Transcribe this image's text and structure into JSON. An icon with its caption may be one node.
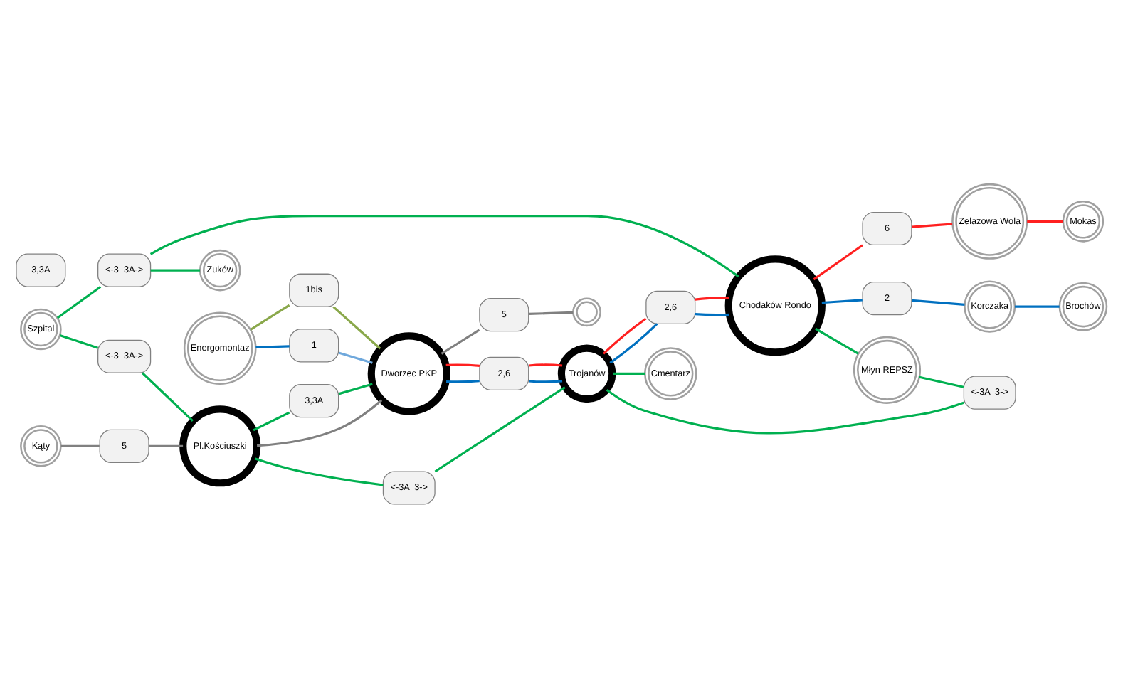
{
  "diagram": {
    "nodes": [
      {
        "text": [
          "Kąty"
        ]
      },
      {
        "text": [
          "Szpital"
        ]
      },
      {
        "text": [
          "Zuków"
        ]
      },
      {
        "text": [
          "5"
        ]
      },
      {
        "text": [
          "<-3  3A->"
        ]
      },
      {
        "text": [
          "Pl.Kościuszki"
        ]
      },
      {
        "text": [
          "<-3  3A->"
        ]
      },
      {
        "text": [
          "Energomontaz"
        ]
      },
      {
        "text": [
          "1"
        ]
      },
      {
        "text": [
          "<-3A  3->"
        ]
      },
      {
        "text": [
          "3,3A"
        ]
      },
      {
        "text": [
          "1bis"
        ]
      },
      {
        "text": [
          "2"
        ]
      },
      {
        "text": [
          "Korczaka"
        ]
      },
      {
        "text": [
          "Brochów"
        ]
      },
      {
        "text": [
          "Mokas"
        ]
      },
      {
        "text": [
          "Dworzec PKP"
        ]
      },
      {
        "text": [
          "2,6"
        ]
      },
      {
        "text": [
          "Trojanów"
        ]
      },
      {
        "text": [
          "2,6"
        ]
      },
      {
        "text": [
          "Chodaków Rondo"
        ]
      },
      {
        "text": [
          "6"
        ]
      },
      {
        "text": [
          "Zelazowa Wola"
        ]
      },
      {
        "text": [
          "Młyn REPSZ"
        ]
      },
      {
        "text": [
          "5"
        ]
      },
      {
        "text": [],
        "shape": "circle"
      },
      {
        "text": [
          "<-3A  3->"
        ]
      },
      {
        "text": [
          "Cmentarz"
        ]
      },
      {
        "text": [
          "3,3A"
        ]
      }
    ],
    "edges": [
      {
        "from": 0,
        "to": 3,
        "arrow": "none",
        "color": "#808080"
      },
      {
        "from": 3,
        "to": 5,
        "arrow": "none",
        "color": "#808080"
      },
      {
        "from": 5,
        "to": 16,
        "arrow": "none",
        "color": "#808080"
      },
      {
        "from": 1,
        "to": 4,
        "arrow": "none"
      },
      {
        "from": 4,
        "to": 5,
        "arrow": "none"
      },
      {
        "from": 1,
        "to": 6,
        "arrow": "none"
      },
      {
        "from": 6,
        "to": 2,
        "arrow": "none"
      },
      {
        "from": 6,
        "to": 20,
        "arrow": "none"
      },
      {
        "from": 5,
        "to": 9,
        "arrow": "none"
      },
      {
        "from": 9,
        "to": 18,
        "arrow": "none"
      },
      {
        "from": 5,
        "to": 10,
        "arrow": "none"
      },
      {
        "from": 10,
        "to": 16,
        "arrow": "none"
      },
      {
        "from": 7,
        "to": 8,
        "arrow": "none",
        "color": "#0070c0"
      },
      {
        "from": 8,
        "to": 16,
        "arrow": "none",
        "color": "#6fa8dc"
      },
      {
        "from": 7,
        "to": 11,
        "arrow": "none",
        "color": "#8aa84b"
      },
      {
        "from": 11,
        "to": 16,
        "arrow": "none",
        "color": "#8aa84b"
      },
      {
        "from": 16,
        "to": 17,
        "arrow": "none",
        "color": "#0070c0"
      },
      {
        "from": 16,
        "to": 17,
        "arrow": "none",
        "color": "#ff2020"
      },
      {
        "from": 17,
        "to": 18,
        "arrow": "none",
        "color": "#0070c0"
      },
      {
        "from": 17,
        "to": 18,
        "arrow": "none",
        "color": "#ff2020"
      },
      {
        "from": 18,
        "to": 19,
        "arrow": "none",
        "color": "#0070c0"
      },
      {
        "from": 18,
        "to": 19,
        "arrow": "none",
        "color": "#ff2020"
      },
      {
        "from": 19,
        "to": 20,
        "arrow": "none",
        "color": "#0070c0"
      },
      {
        "from": 19,
        "to": 20,
        "arrow": "none",
        "color": "#ff2020"
      },
      {
        "from": 20,
        "to": 12,
        "arrow": "none",
        "color": "#0070c0"
      },
      {
        "from": 12,
        "to": 13,
        "arrow": "none",
        "color": "#0070c0"
      },
      {
        "from": 13,
        "to": 14,
        "arrow": "none",
        "color": "#0070c0"
      },
      {
        "from": 20,
        "to": 21,
        "arrow": "none",
        "color": "#ff2020"
      },
      {
        "from": 21,
        "to": 22,
        "arrow": "none",
        "color": "#ff2020"
      },
      {
        "from": 22,
        "to": 15,
        "arrow": "none",
        "color": "#ff2020"
      },
      {
        "from": 20,
        "to": 23,
        "arrow": "none"
      },
      {
        "from": 23,
        "to": 26,
        "arrow": "none"
      },
      {
        "from": 26,
        "to": 18,
        "arrow": "none"
      },
      {
        "from": 18,
        "to": 27,
        "arrow": "none"
      },
      {
        "from": 16,
        "to": 24,
        "arrow": "none",
        "color": "#808080"
      },
      {
        "from": 24,
        "to": 25,
        "arrow": "none",
        "color": "#808080"
      }
    ]
  }
}
